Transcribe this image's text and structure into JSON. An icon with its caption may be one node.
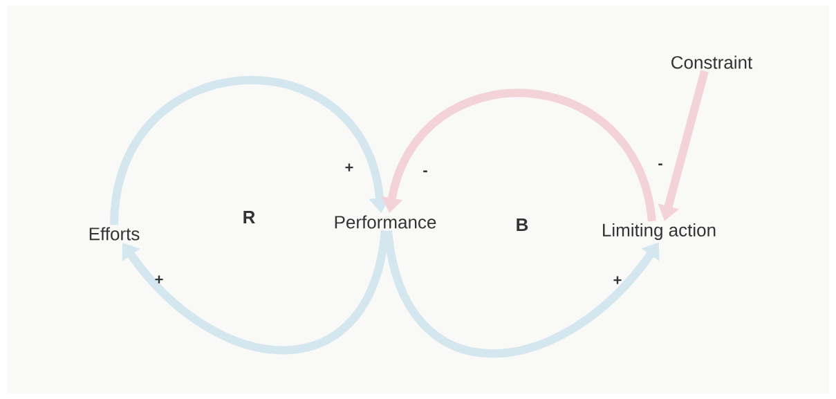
{
  "diagram": {
    "nodes": [
      {
        "text": [
          "Efforts"
        ]
      },
      {
        "text": [
          "Performance"
        ]
      },
      {
        "text": [
          "Limiting action"
        ]
      },
      {
        "text": [
          "Constraint"
        ]
      }
    ],
    "edges": [
      {
        "from": 0,
        "to": 1,
        "arrow": "to",
        "label": "+"
      },
      {
        "from": 1,
        "to": 0,
        "arrow": "to",
        "label": "+"
      },
      {
        "from": 1,
        "to": 2,
        "arrow": "to",
        "label": "+"
      },
      {
        "from": 2,
        "to": 1,
        "arrow": "to",
        "label": "-",
        "color": "#f4d3d8"
      },
      {
        "from": 3,
        "to": 2,
        "arrow": "to",
        "label": "-",
        "color": "#f4d3d8"
      }
    ],
    "labels": [
      "R",
      "B"
    ]
  }
}
